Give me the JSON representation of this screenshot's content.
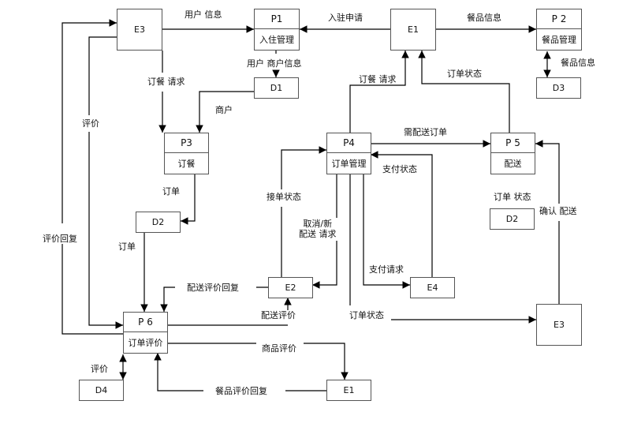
{
  "entities": {
    "e3_top": "E3",
    "e1_top": "E1",
    "e2": "E2",
    "e4": "E4",
    "e3_bottom": "E3",
    "e1_bottom": "E1"
  },
  "processes": {
    "p1": {
      "id": "P1",
      "name": "入住管理"
    },
    "p2": {
      "id": "P 2",
      "name": "餐品管理"
    },
    "p3": {
      "id": "P3",
      "name": "订餐"
    },
    "p4": {
      "id": "P4",
      "name": "订单管理"
    },
    "p5": {
      "id": "P 5",
      "name": "配送"
    },
    "p6": {
      "id": "P 6",
      "name": "订单评价"
    }
  },
  "stores": {
    "d1": "D1",
    "d2_left": "D2",
    "d3": "D3",
    "d2_right": "D2",
    "d4": "D4"
  },
  "flows": {
    "user_info": "用户 信息",
    "checkin_request": "入驻申请",
    "meal_info_top": "餐品信息",
    "meal_info_d3": "餐品信息",
    "user_merchant_info": "用户 商户信息",
    "order_request_e3": "订餐 请求",
    "merchant": "商户",
    "review": "评价",
    "review_reply": "评价回复",
    "order_p3": "订单",
    "order_d2": "订单",
    "order_request_p4": "订餐 请求",
    "order_status_p5": "订单状态",
    "delivery_order": "需配送订单",
    "payment_status": "支付状态",
    "accept_status": "接单状态",
    "cancel_new_line1": "取消/新",
    "cancel_new_line2": "配送 请求",
    "payment_request": "支付请求",
    "order_status_d2": "订单 状态",
    "confirm_delivery": "确认 配送",
    "delivery_review_reply": "配送评价回复",
    "delivery_review": "配送评价",
    "order_status_e3": "订单状态",
    "product_review": "商品评价",
    "meal_review_reply": "餐品评价回复",
    "review_d4": "评价"
  }
}
